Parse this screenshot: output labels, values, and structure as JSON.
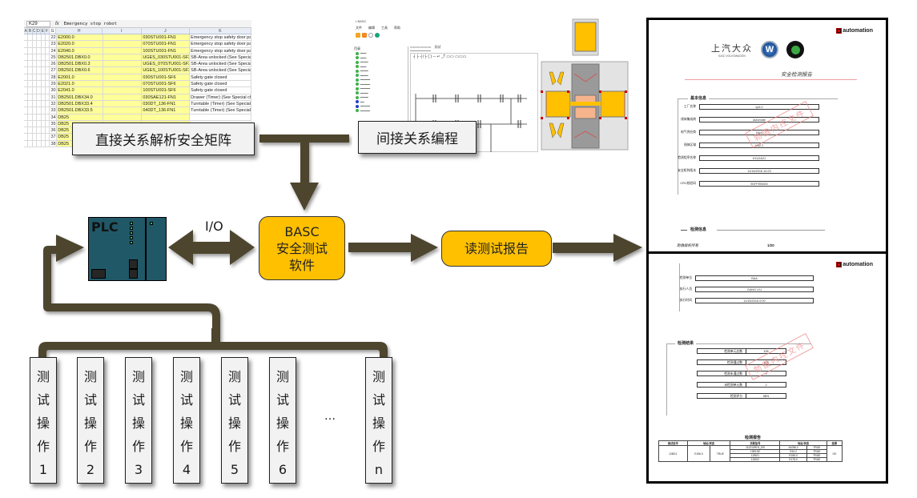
{
  "spreadsheet": {
    "cell_ref": "K29",
    "formula": "Emergency stop robot",
    "columns": [
      "A",
      "B",
      "C",
      "D",
      "E",
      "F",
      "G",
      "H",
      "I",
      "J",
      "K"
    ],
    "rows": [
      {
        "num": "22",
        "h": "E2000.0",
        "j": "030STU001-FN1",
        "k": "Emergency stop safety door panel"
      },
      {
        "num": "23",
        "h": "E2020.0",
        "j": "070STU001-FN1",
        "k": "Emergency stop safety door panel"
      },
      {
        "num": "24",
        "h": "E2040.0",
        "j": "100STU001-FN1",
        "k": "Emergency stop safety door panel"
      },
      {
        "num": "25",
        "h": "DB2501.DBX0.0",
        "j": "UGES_030STU001-SF2",
        "k": "SB-Area unlocked (See Special checks)"
      },
      {
        "num": "26",
        "h": "DB2501.DBX0.3",
        "j": "UGES_070STU001-SF2",
        "k": "SB-Area unlocked (See Special checks)"
      },
      {
        "num": "27",
        "h": "DB2501.DBX0.6",
        "j": "UGES_100STU001-SF2",
        "k": "SB-Area unlocked (See Special checks)"
      },
      {
        "num": "28",
        "h": "E2001.0",
        "j": "030STU001-SF6",
        "k": "Safety gate closed"
      },
      {
        "num": "29",
        "h": "E2021.0",
        "j": "070STU001-SF6",
        "k": "Safety gate closed"
      },
      {
        "num": "30",
        "h": "E2041.0",
        "j": "100STU001-SF6",
        "k": "Safety gate closed"
      },
      {
        "num": "31",
        "h": "DB2501.DBX34.0",
        "j": "030SAE121-FN1",
        "k": "Drawer (Timer) (See Special checks)"
      },
      {
        "num": "32",
        "h": "DB2501.DBX33.4",
        "j": "030DT_136-FN1",
        "k": "Turntable (Timer) (See Special checks)"
      },
      {
        "num": "33",
        "h": "DB2501.DBX33.5",
        "j": "040DT_136-FN1",
        "k": "Turntable (Timer) (See Special checks)"
      },
      {
        "num": "34",
        "h": "DB25",
        "j": "",
        "k": ""
      },
      {
        "num": "35",
        "h": "DB25",
        "j": "",
        "k": ""
      },
      {
        "num": "36",
        "h": "DB25",
        "j": "",
        "k": ""
      },
      {
        "num": "37",
        "h": "DB25",
        "j": "",
        "k": ""
      },
      {
        "num": "38",
        "h": "DB25",
        "j": "",
        "k": ""
      }
    ]
  },
  "software": {
    "menu": [
      "文件",
      "编辑",
      "工具",
      "帮助"
    ],
    "tree_label": "目录",
    "tab_label": "测试"
  },
  "flow": {
    "direct_label": "直接关系解析安全矩阵",
    "indirect_label": "间接关系编程",
    "plc_label": "PLC",
    "io_label": "I/O",
    "basc_lines": [
      "BASC",
      "安全测试",
      "软件"
    ],
    "read_report_label": "读测试报告",
    "ellipsis": "…",
    "operations": [
      {
        "chars": [
          "测",
          "试",
          "操",
          "作",
          "1"
        ]
      },
      {
        "chars": [
          "测",
          "试",
          "操",
          "作",
          "2"
        ]
      },
      {
        "chars": [
          "测",
          "试",
          "操",
          "作",
          "3"
        ]
      },
      {
        "chars": [
          "测",
          "试",
          "操",
          "作",
          "4"
        ]
      },
      {
        "chars": [
          "测",
          "试",
          "操",
          "作",
          "5"
        ]
      },
      {
        "chars": [
          "测",
          "试",
          "操",
          "作",
          "6"
        ]
      },
      {
        "chars": [
          "测",
          "试",
          "操",
          "作",
          "n"
        ]
      }
    ]
  },
  "report_page1": {
    "brand": "automation",
    "saic_cn": "上汽大众",
    "saic_en": "SAIC VOLKSWAGEN",
    "title": "安全检测报告",
    "section_basic": "基本信息",
    "fields": [
      {
        "label": "工厂名称",
        "value": "cp6.2"
      },
      {
        "label": "线体集成商",
        "value": "automate"
      },
      {
        "label": "电气供应商",
        "value": "B&A"
      },
      {
        "label": "线体区域",
        "value": "UB2.2"
      },
      {
        "label": "检测程序名称",
        "value": "K1U2A21"
      },
      {
        "label": "安全矩阵版本",
        "value": "11/16/2016 10:23"
      },
      {
        "label": "CRC校验码",
        "value": "9DFFEB0D0"
      }
    ],
    "stamp": "勃傲内控文件",
    "section_detect": "检测信息",
    "footer_left": "勃傲版权所有",
    "page": "1/20"
  },
  "report_page2": {
    "brand": "automation",
    "fields": [
      {
        "label": "检测单位",
        "value": "B&A"
      },
      {
        "label": "执行人员",
        "value": "GANG LIU"
      },
      {
        "label": "执行时间",
        "value": "11/16/2016 0:00"
      }
    ],
    "section_result": "检测结果",
    "results": [
      {
        "label": "检测单元总数",
        "value": "105"
      },
      {
        "label": "检测通过数",
        "value": "103"
      },
      {
        "label": "检测未通过数",
        "value": "0"
      },
      {
        "label": "未检测单元数",
        "value": "2"
      },
      {
        "label": "检测评分",
        "value": "98%"
      }
    ],
    "stamp": "勃傲内控文件",
    "table_title": "检测报告",
    "table_headers": [
      "测试信号",
      "地址/状态",
      "关联信号",
      "地址/状态",
      "结果"
    ],
    "table": {
      "signal": "12BG1",
      "address": "E156.0",
      "state": "TRUE",
      "result": "OK",
      "related": [
        {
          "signal": "111Z10RO1_BS",
          "address": "A1056.2",
          "state": "TRUE"
        },
        {
          "signal": "13B1SE",
          "address": "E34.2",
          "state": "TRUE"
        },
        {
          "signal": "12BG1",
          "address": "E156.0",
          "state": "TRUE"
        },
        {
          "signal": "12BG2",
          "address": "E178.0",
          "state": "TRUE"
        }
      ]
    }
  },
  "colors": {
    "arrow": "#4d452e",
    "accent_orange": "#ffc000",
    "plc_body": "#215868",
    "led_green": "#21c46a",
    "sheet_yellow": "#ffff99"
  }
}
